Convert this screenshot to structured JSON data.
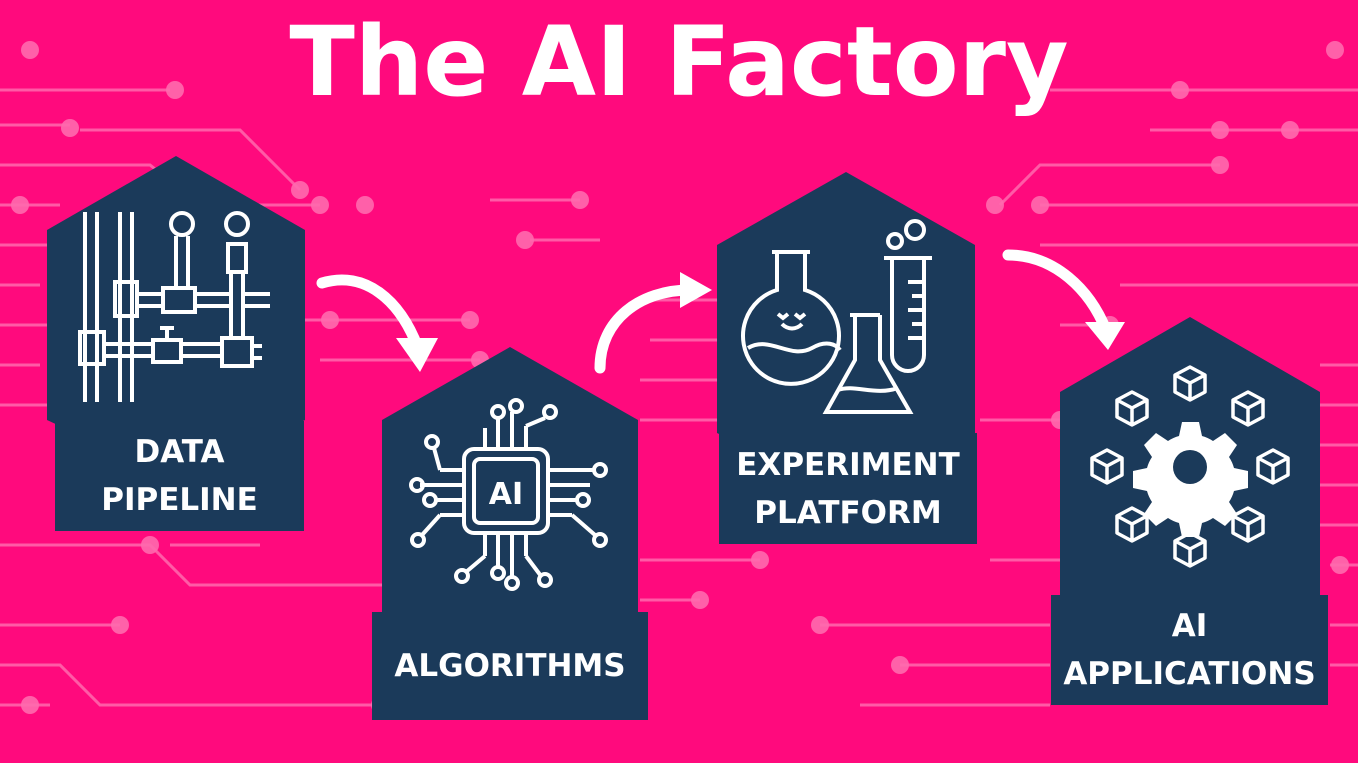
{
  "title": "The AI Factory",
  "stages": [
    {
      "line1": "DATA",
      "line2": "PIPELINE",
      "icon": "pipes-icon"
    },
    {
      "line1": "ALGORITHMS",
      "icon": "ai-chip-icon"
    },
    {
      "line1": "EXPERIMENT",
      "line2": "PLATFORM",
      "icon": "lab-flask-icon"
    },
    {
      "line1": "AI",
      "line2": "APPLICATIONS",
      "icon": "gear-cubes-icon"
    }
  ],
  "chip_text": "AI",
  "colors": {
    "background": "#ff0a7d",
    "panel": "#1b3a5a",
    "circuit": "#ff6aae",
    "text": "#ffffff"
  }
}
